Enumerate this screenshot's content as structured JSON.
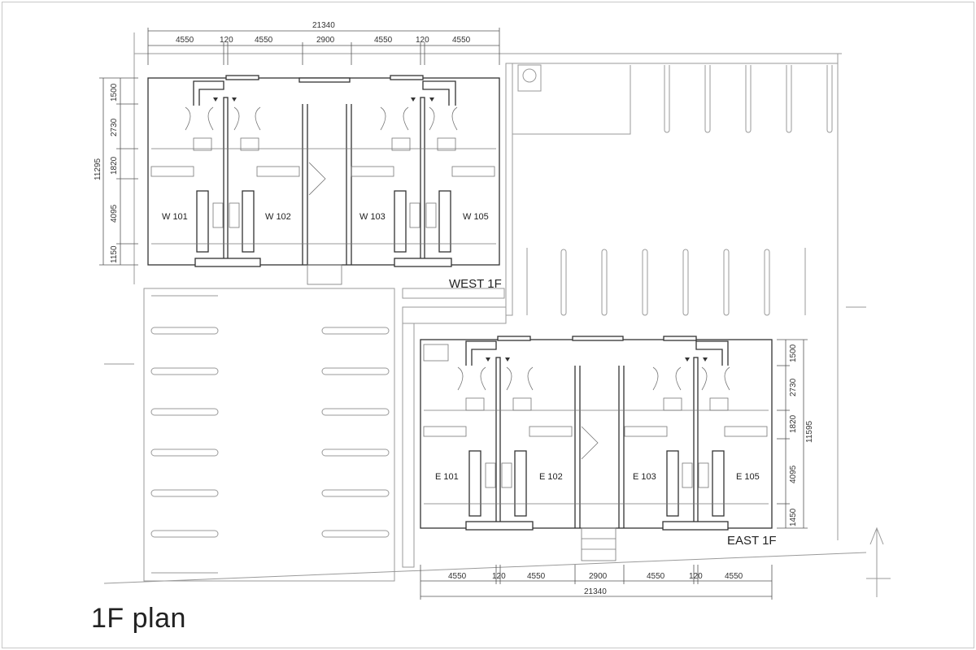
{
  "title": "1F plan",
  "west": {
    "label": "WEST 1F",
    "units": [
      "W 101",
      "W 102",
      "W 103",
      "W 105"
    ],
    "top_total": "21340",
    "top_dims": [
      "4550",
      "120",
      "4550",
      "2900",
      "4550",
      "120",
      "4550"
    ],
    "side_total": "11295",
    "side_dims": [
      "1500",
      "2730",
      "1820",
      "4095",
      "1150"
    ]
  },
  "east": {
    "label": "EAST 1F",
    "units": [
      "E 101",
      "E 102",
      "E 103",
      "E 105"
    ],
    "bottom_total": "21340",
    "bottom_dims": [
      "4550",
      "120",
      "4550",
      "2900",
      "4550",
      "120",
      "4550"
    ],
    "side_total": "11595",
    "side_dims": [
      "1500",
      "2730",
      "1820",
      "4095",
      "1450"
    ]
  }
}
